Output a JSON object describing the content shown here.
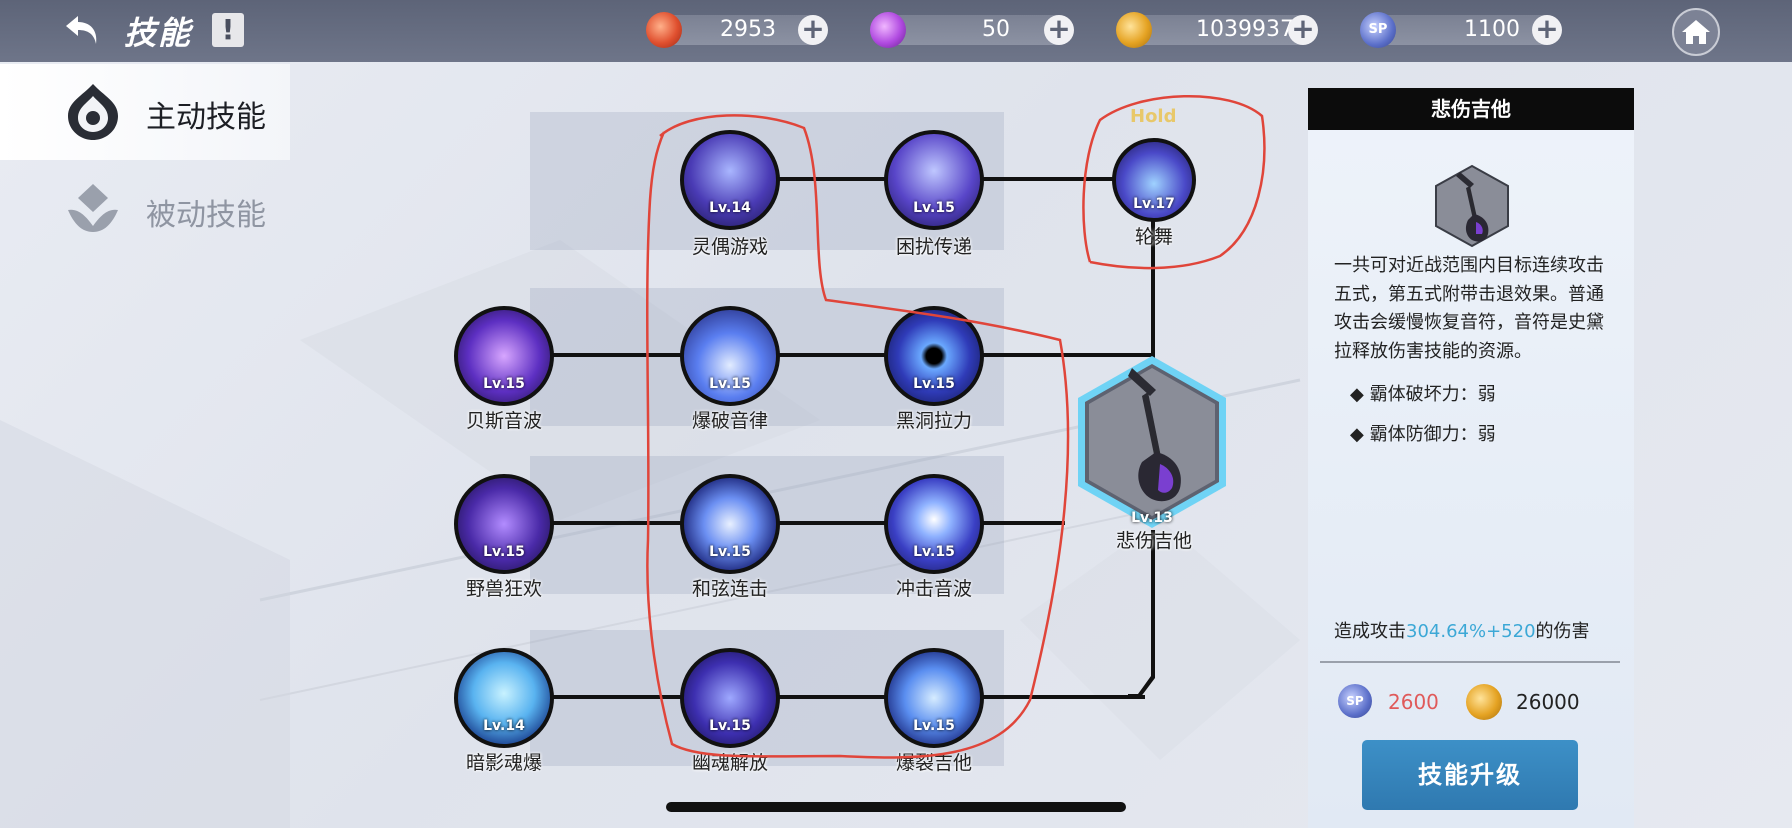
{
  "header": {
    "title": "技能",
    "info_label": "!",
    "resources": [
      {
        "icon": "red-orb-icon",
        "value": "2953",
        "color": "#e0502f"
      },
      {
        "icon": "purple-orb-icon",
        "value": "50",
        "color": "#b04ae0"
      },
      {
        "icon": "gold-coin-icon",
        "value": "1039937",
        "color": "#e5a323"
      },
      {
        "icon": "sp-icon",
        "value": "1100",
        "color": "#5b6fc9",
        "badge": "SP"
      }
    ],
    "plus": "+"
  },
  "sidebar": {
    "items": [
      {
        "label": "主动技能",
        "active": true
      },
      {
        "label": "被动技能",
        "active": false
      }
    ]
  },
  "skills": [
    {
      "name": "灵偶游戏",
      "level": "Lv.14"
    },
    {
      "name": "困扰传递",
      "level": "Lv.15"
    },
    {
      "name": "轮舞",
      "level": "Lv.17",
      "tag": "Hold"
    },
    {
      "name": "贝斯音波",
      "level": "Lv.15"
    },
    {
      "name": "爆破音律",
      "level": "Lv.15"
    },
    {
      "name": "黑洞拉力",
      "level": "Lv.15"
    },
    {
      "name": "悲伤吉他",
      "level": "Lv.13"
    },
    {
      "name": "野兽狂欢",
      "level": "Lv.15"
    },
    {
      "name": "和弦连击",
      "level": "Lv.15"
    },
    {
      "name": "冲击音波",
      "level": "Lv.15"
    },
    {
      "name": "暗影魂爆",
      "level": "Lv.14"
    },
    {
      "name": "幽魂解放",
      "level": "Lv.15"
    },
    {
      "name": "爆裂吉他",
      "level": "Lv.15"
    }
  ],
  "detail": {
    "title": "悲伤吉他",
    "description": "一共可对近战范围内目标连续攻击五式，第五式附带击退效果。普通攻击会缓慢恢复音符，音符是史黛拉释放伤害技能的资源。",
    "bullets": [
      "◆ 霸体破坏力：弱",
      "◆ 霸体防御力：弱"
    ],
    "damage_prefix": "造成攻击",
    "damage_value": "304.64%+520",
    "damage_suffix": "的伤害",
    "cost_sp": "2600",
    "cost_gold": "26000",
    "sp_badge": "SP",
    "upgrade_label": "技能升级"
  }
}
